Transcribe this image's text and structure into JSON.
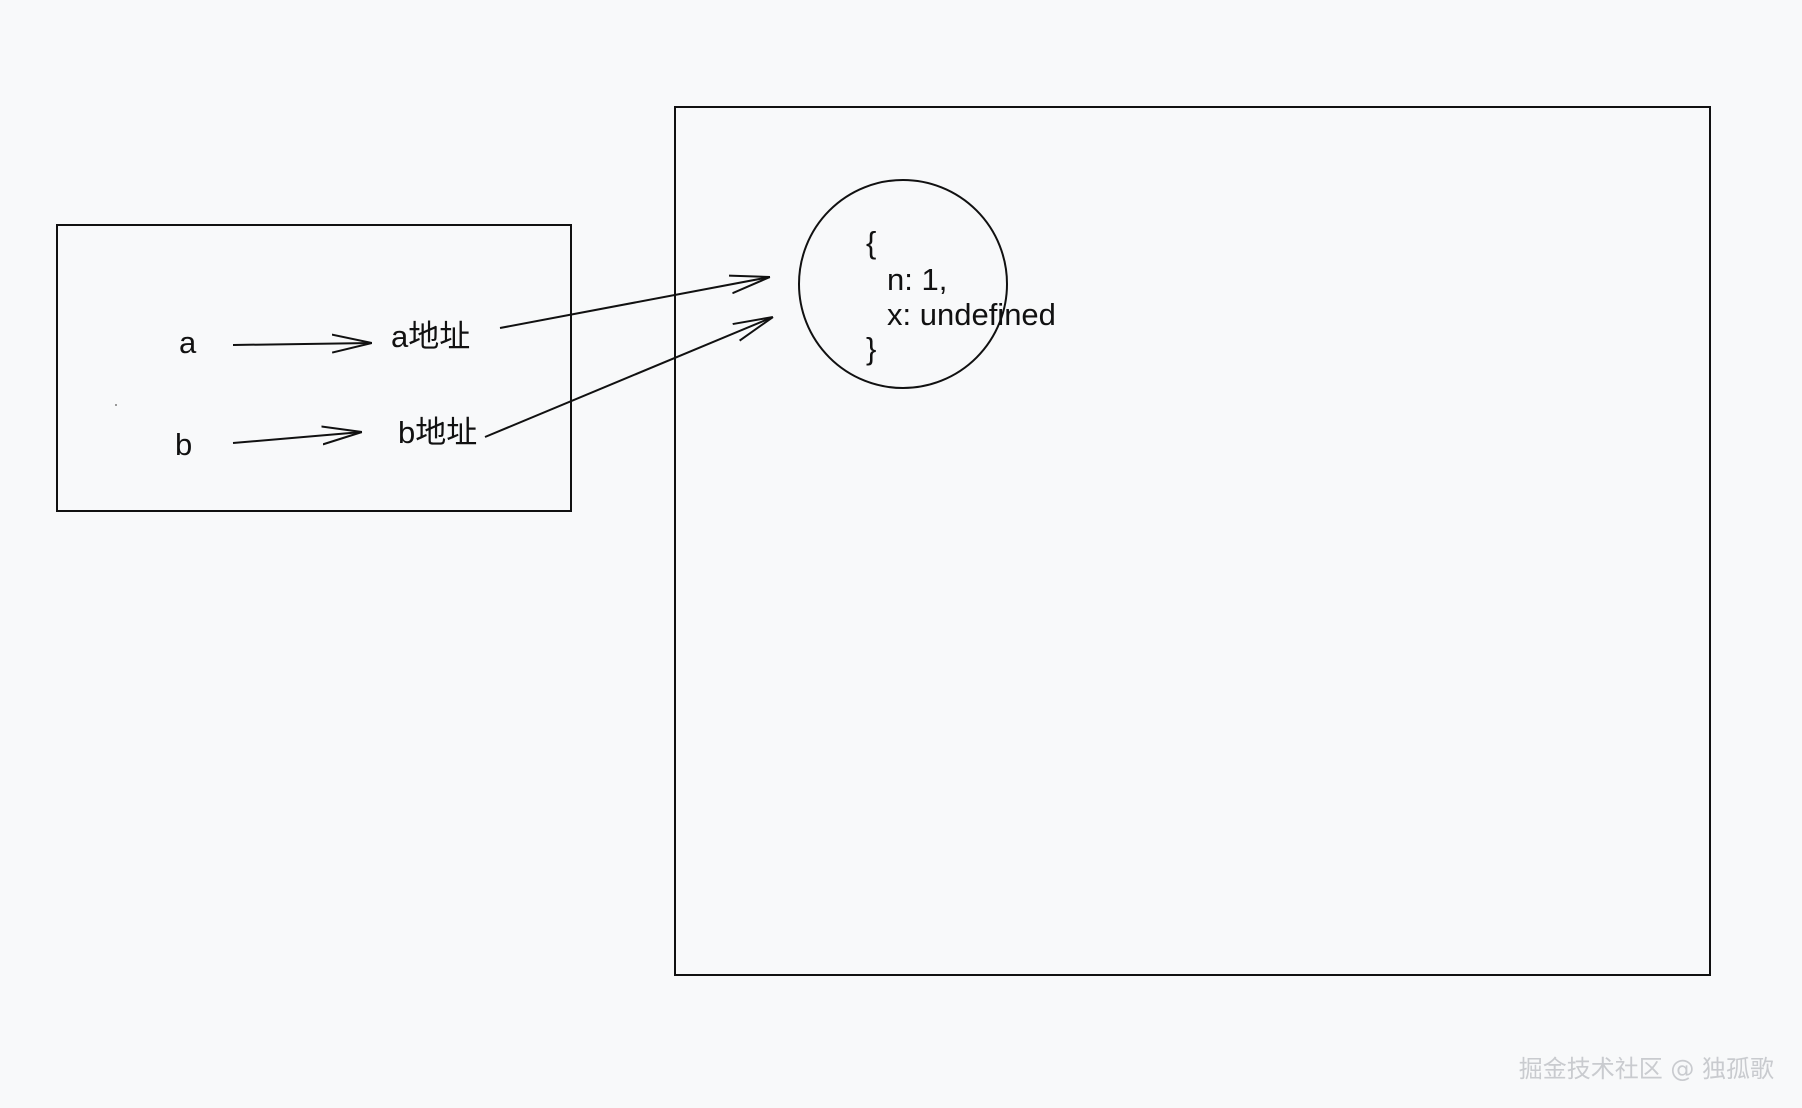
{
  "stack": {
    "rows": [
      {
        "variable": "a",
        "address": "a地址"
      },
      {
        "variable": "b",
        "address": "b地址"
      }
    ]
  },
  "heap": {
    "object": {
      "open_brace": "{",
      "lines": [
        "n: 1,",
        "x: undefined"
      ],
      "close_brace": "}"
    }
  },
  "watermark": "掘金技术社区 @ 独孤歌",
  "colors": {
    "background": "#f8f9fa",
    "stroke": "#111111",
    "watermark": "#c9cbcf"
  }
}
